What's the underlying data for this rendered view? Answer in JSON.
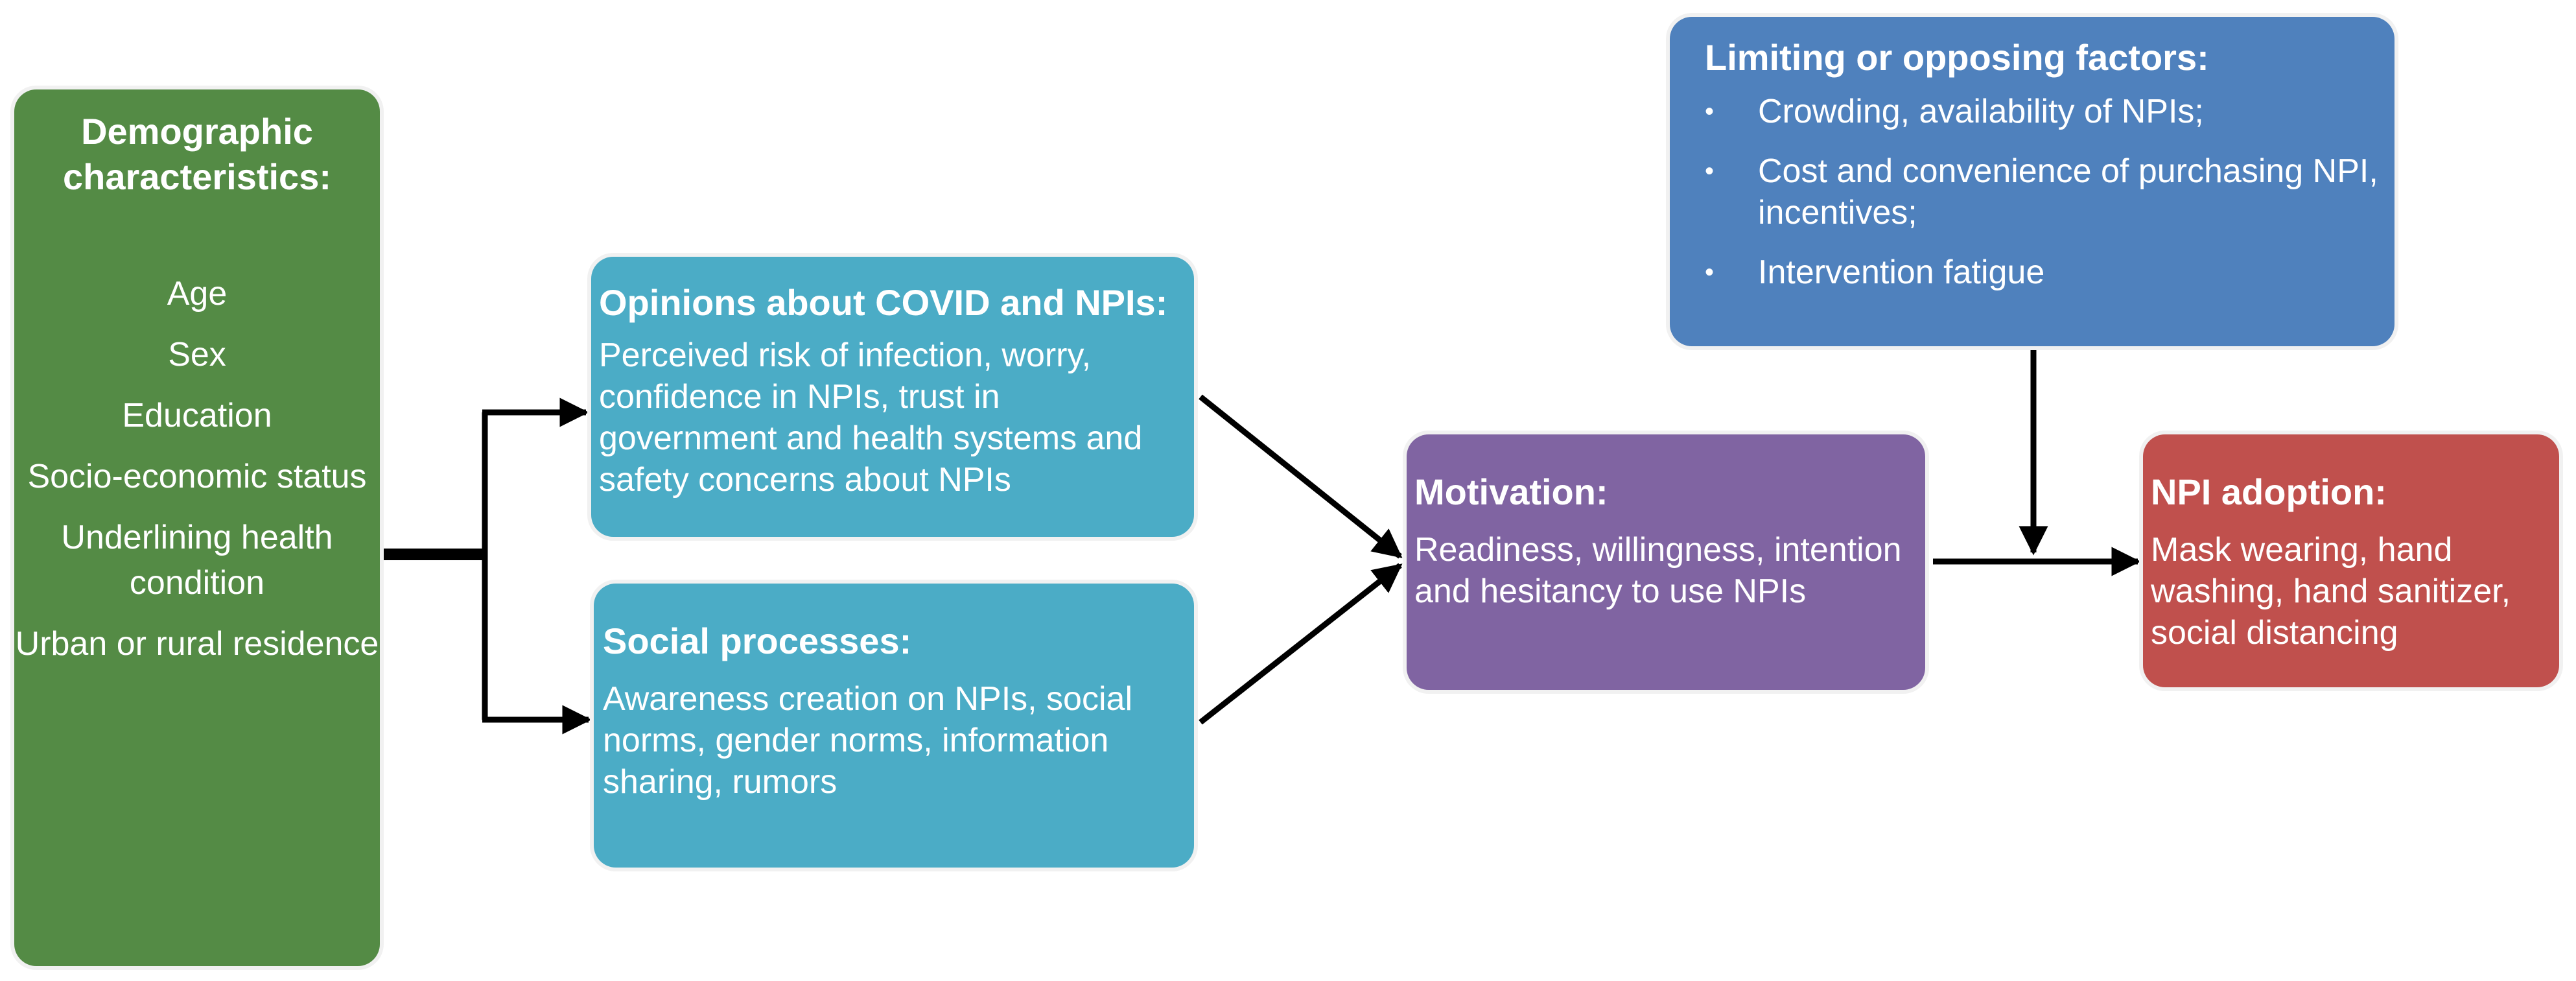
{
  "demographics": {
    "title": "Demographic characteristics:",
    "items": [
      "Age",
      "Sex",
      "Education",
      "Socio-economic status",
      "Underlining health condition",
      "Urban or rural residence"
    ]
  },
  "opinions": {
    "title": "Opinions about COVID and NPIs:",
    "text": "Perceived risk of infection, worry, confidence in NPIs, trust in government and health systems and safety concerns about NPIs"
  },
  "social": {
    "title": "Social processes:",
    "text": "Awareness creation on NPIs, social norms, gender norms, information sharing, rumors"
  },
  "motivation": {
    "title": "Motivation:",
    "text": "Readiness, willingness, intention and hesitancy to use NPIs"
  },
  "limiting": {
    "title": "Limiting or opposing factors:",
    "items": [
      "Crowding, availability of NPIs;",
      "Cost and convenience of purchasing NPI, incentives;",
      "Intervention fatigue"
    ]
  },
  "adoption": {
    "title": "NPI adoption:",
    "text": "Mask wearing, hand washing, hand sanitizer, social distancing"
  },
  "colors": {
    "demographics": "#548b45",
    "opinions": "#4bacc6",
    "social": "#4bacc6",
    "motivation": "#8064a2",
    "limiting": "#4f81bd",
    "adoption": "#c0504d",
    "arrow": "#000000"
  }
}
